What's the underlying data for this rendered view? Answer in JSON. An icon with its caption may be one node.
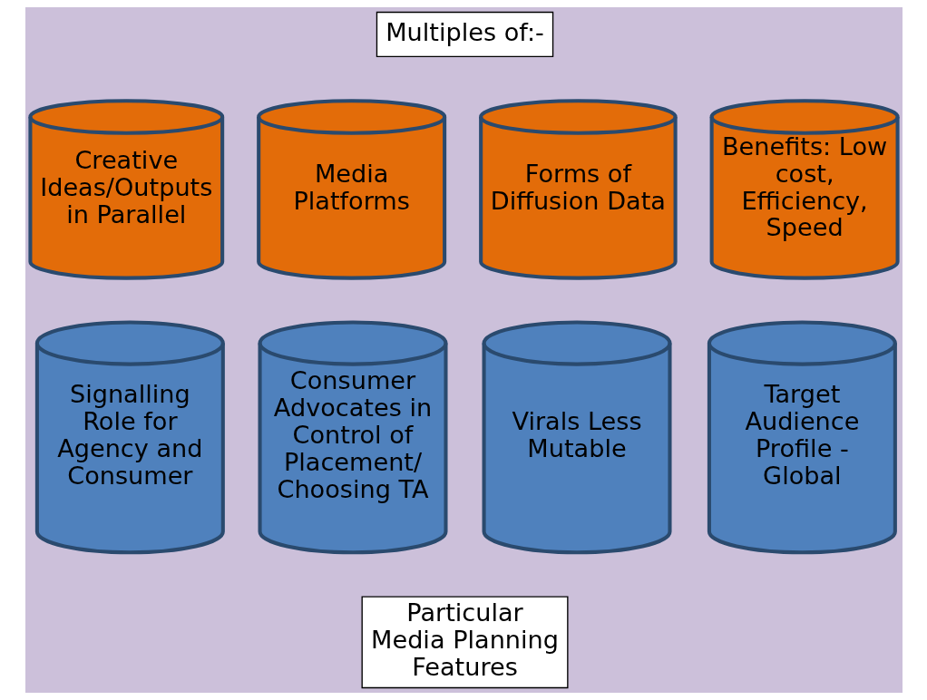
{
  "diagram": {
    "nodes": [
      {
        "text": [
          "Multiples of:-"
        ]
      },
      {
        "text": [
          "Creative Ideas/Outputs in Parallel"
        ]
      },
      {
        "text": [
          "Media Platforms"
        ]
      },
      {
        "text": [
          "Forms of Diffusion Data"
        ]
      },
      {
        "text": [
          "Benefits: Low cost, Efficiency, Speed"
        ]
      },
      {
        "text": [
          "Signalling Role for Agency and Consumer"
        ]
      },
      {
        "text": [
          "Consumer Advocates in Control of Placement/ Choosing TA"
        ]
      },
      {
        "text": [
          "Virals Less Mutable"
        ]
      },
      {
        "text": [
          "Target Audience Profile - Global"
        ]
      },
      {
        "text": [
          "Particular Media PlanningFeatures"
        ]
      }
    ],
    "edges": []
  }
}
